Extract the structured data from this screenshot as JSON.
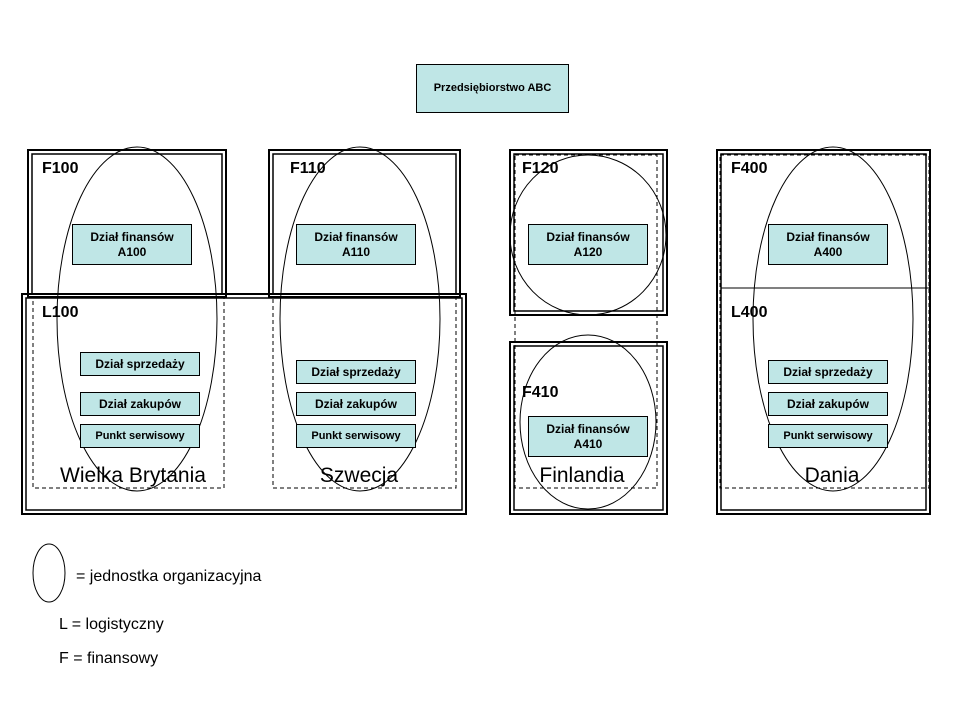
{
  "top": {
    "label": "Przedsiębiorstwo ABC"
  },
  "codes": {
    "f100": "F100",
    "f110": "F110",
    "f120": "F120",
    "f400": "F400",
    "l100": "L100",
    "l400": "L400",
    "f410": "F410"
  },
  "finance_units": {
    "a100": {
      "line1": "Dział finansów",
      "line2": "A100"
    },
    "a110": {
      "line1": "Dział finansów",
      "line2": "A110"
    },
    "a120": {
      "line1": "Dział finansów",
      "line2": "A120"
    },
    "a400": {
      "line1": "Dział finansów",
      "line2": "A400"
    },
    "a410": {
      "line1": "Dział finansów",
      "line2": "A410"
    }
  },
  "departments": {
    "sales": "Dział sprzedaży",
    "purchasing": "Dział zakupów",
    "service": "Punkt serwisowy"
  },
  "countries": {
    "uk": "Wielka Brytania",
    "se": "Szwecja",
    "fi": "Finlandia",
    "dk": "Dania"
  },
  "legend": {
    "ellipse": "= jednostka organizacyjna",
    "l": "L = logistyczny",
    "f": "F = finansowy"
  },
  "colors": {
    "box_fill": "#bfe6e6",
    "line": "#000000"
  }
}
